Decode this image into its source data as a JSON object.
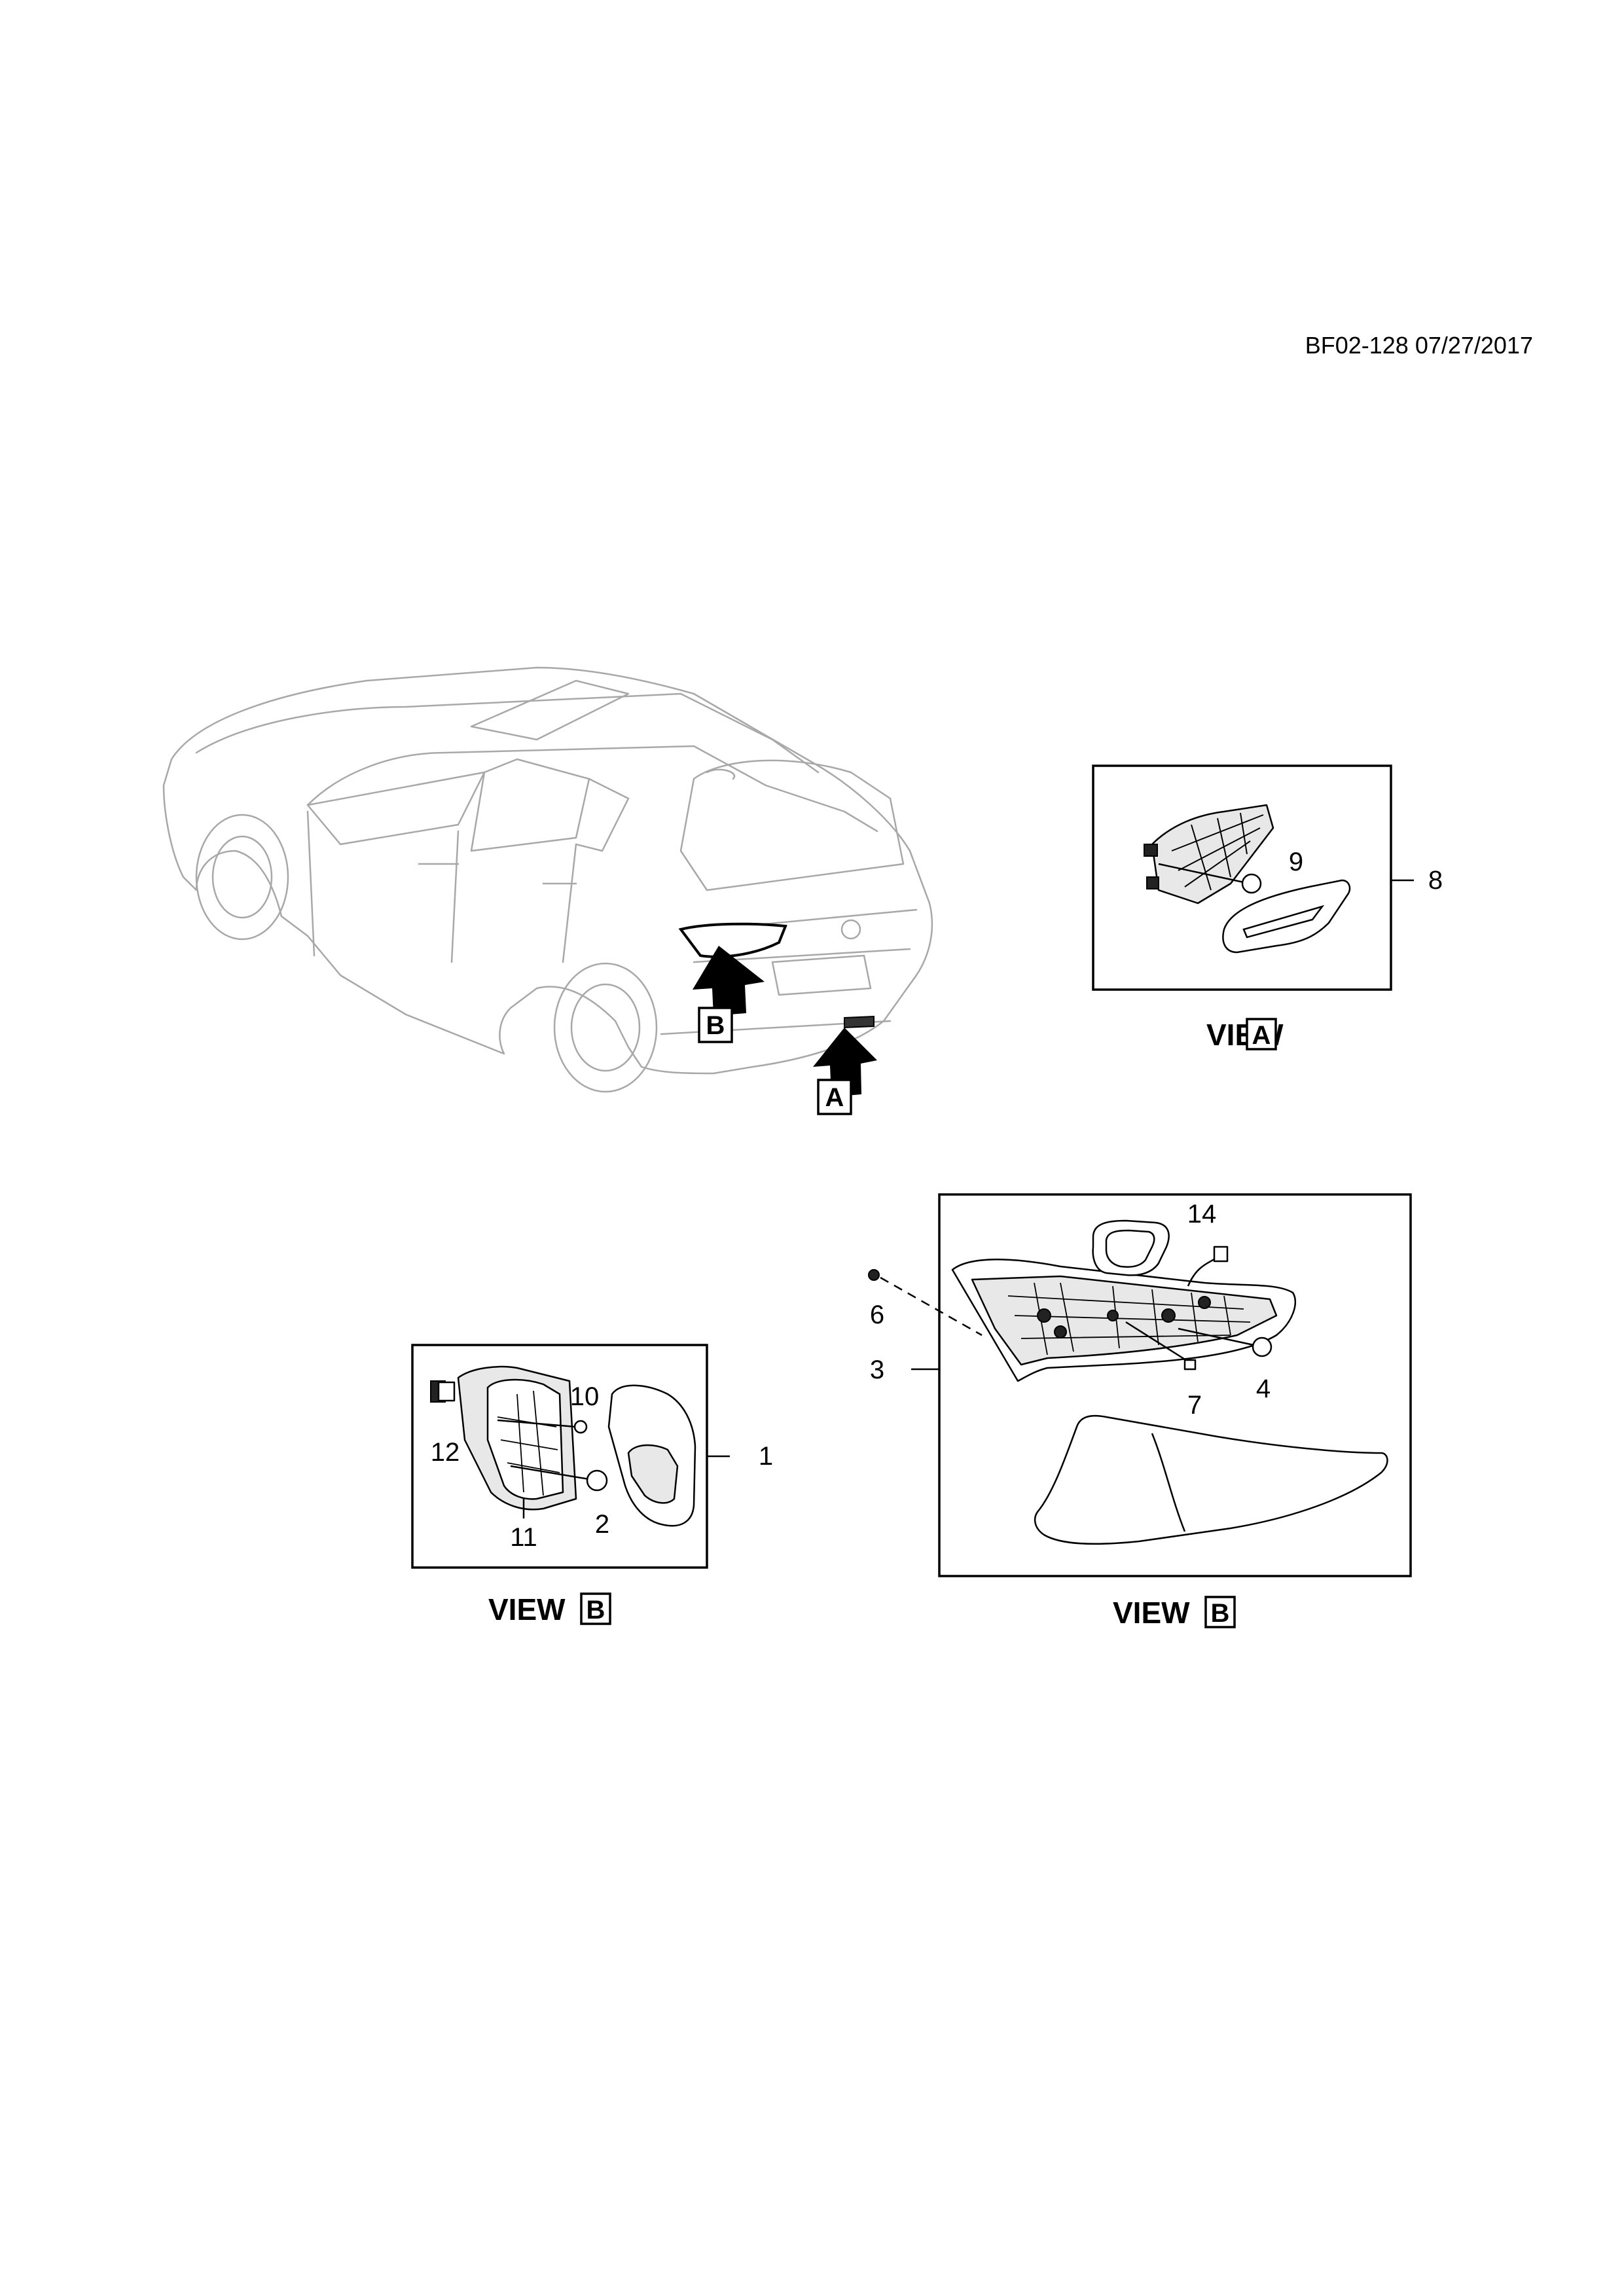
{
  "reference_code": "BF02-128 07/27/2017",
  "callouts": {
    "c1": "1",
    "c2": "2",
    "c3": "3",
    "c4": "4",
    "c6": "6",
    "c7": "7",
    "c8": "8",
    "c9": "9",
    "c10": "10",
    "c11": "11",
    "c12": "12",
    "c14": "14"
  },
  "view_markers": {
    "a": "A",
    "b": "B"
  },
  "view_labels": {
    "view_a": {
      "word": "VIEW",
      "letter": "A"
    },
    "view_b_small": {
      "word": "VIEW",
      "letter": "B"
    },
    "view_b_large": {
      "word": "VIEW",
      "letter": "B"
    }
  }
}
